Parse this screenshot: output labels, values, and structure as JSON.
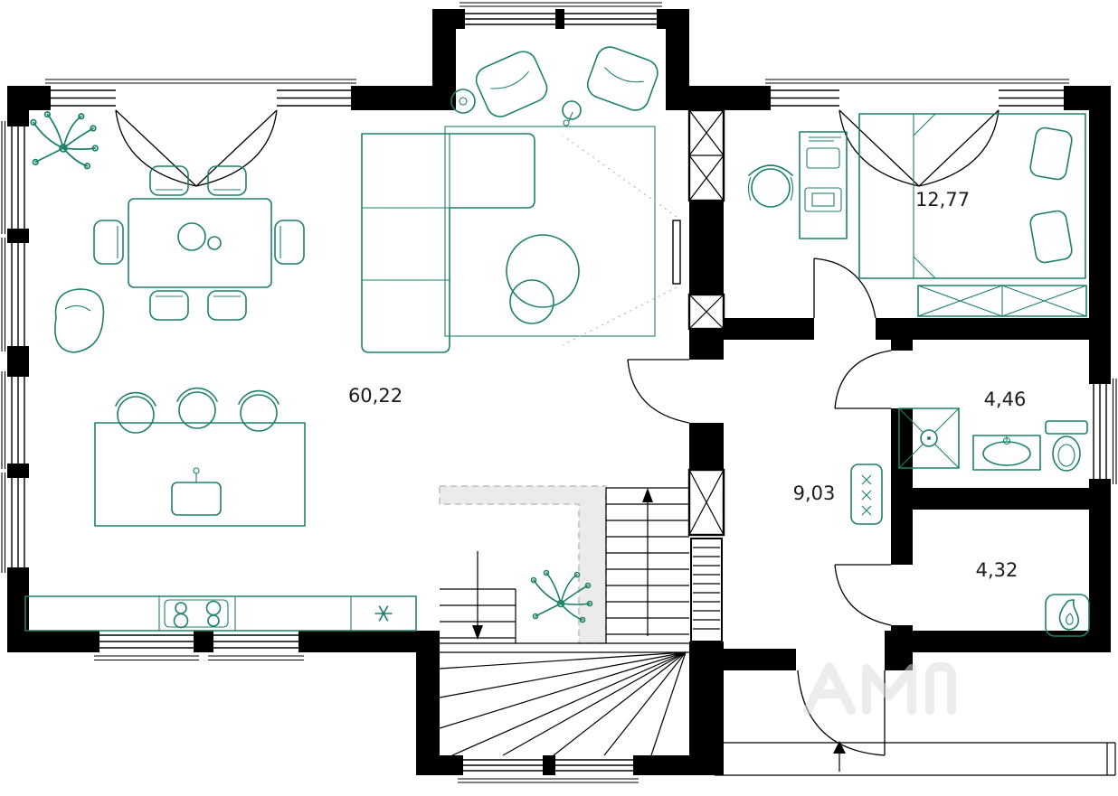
{
  "plan": {
    "rooms": [
      {
        "id": "living-room-kitchen",
        "area": "60,22"
      },
      {
        "id": "bedroom",
        "area": "12,77"
      },
      {
        "id": "hallway",
        "area": "9,03"
      },
      {
        "id": "bathroom",
        "area": "4,46"
      },
      {
        "id": "utility-room",
        "area": "4,32"
      }
    ],
    "colors": {
      "walls": "#000000",
      "furniture": "#1d8168",
      "labels": "#1b1b1b",
      "opening_dash": "#bdbdbd",
      "stair_shade": "#ebebeb",
      "background": "#ffffff"
    },
    "icons": {
      "fireplace": "flame-icon",
      "dishwasher": "asterisk-icon",
      "stairs_up": "arrow-up-icon",
      "stairs_down": "arrow-down-icon",
      "entrance": "arrow-up-icon"
    }
  }
}
